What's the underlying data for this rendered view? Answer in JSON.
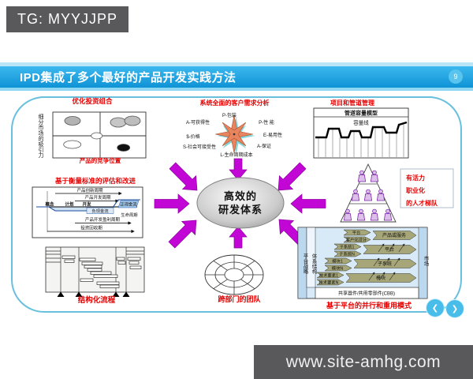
{
  "watermarks": {
    "top": "TG: MYYJJPP",
    "bottom": "www.site-amhg.com"
  },
  "header": {
    "title": "IPD集成了多个最好的产品开发实践方法",
    "page_number": "9"
  },
  "colors": {
    "header_blue": "#18a6e2",
    "accent_red": "#e60000",
    "arrow_purple": "#c106d6",
    "frame_teal": "#68c0de",
    "star_orange": "#e8845e",
    "cbb_olive": "#a6a678"
  },
  "nav": {
    "prev": "❮",
    "next": "❯"
  },
  "portfolio": {
    "title": "优化投资组合",
    "y_axis": "细分市场的吸引力",
    "x_axis": "产品的竞争位置"
  },
  "appeals": {
    "title": "系统全面的客户需求分析",
    "labels": {
      "top": "P-包装",
      "top_left": "A-可获得性",
      "top_right": "P-性 能",
      "left": "$-价格",
      "right": "E-易用性",
      "bottom_left": "S-社会可接受性",
      "bottom_right": "A-保证",
      "bottom": "L-生命周期成本"
    }
  },
  "pipeline": {
    "title": "项目和管道管理",
    "model": "管道容量模型",
    "capacity": "容量线"
  },
  "metrics": {
    "title": "基于衡量标准的评估和改进",
    "concept": "概念",
    "plan": "计划",
    "develop": "开发",
    "innovation_cycle": "产品创新周期",
    "dev_cycle": "产品开发周期",
    "neg_cash": "负现金流",
    "pos_cash": "正现金流",
    "life_cycle": "生命周期",
    "profit_cycle": "产品开发盈利周期",
    "payback": "投资回收期"
  },
  "core": {
    "line1": "高效的",
    "line2": "研发体系"
  },
  "talent": {
    "line1": "有活力",
    "line2": "职业化",
    "line3": "的人才梯队"
  },
  "process": {
    "title": "结构化流程"
  },
  "team": {
    "title": "跨部门的团队"
  },
  "platform": {
    "caption": "基于平台的并行和重用模式",
    "strategy": "平台战略",
    "architecture": "体系结构",
    "market": "市场",
    "cbb": "共享器件/共用零部件(CBB)",
    "rows": [
      {
        "a1": "平台",
        "a2": "客户化设计",
        "result": "产品或服务"
      },
      {
        "a1": "子系统1",
        "a2": "子系统N",
        "result": "平台"
      },
      {
        "a1": "模块1",
        "a2": "模块N",
        "result": "子系统"
      },
      {
        "a1": "技术要素1",
        "a2": "技术要素N",
        "result": "模块"
      }
    ]
  }
}
